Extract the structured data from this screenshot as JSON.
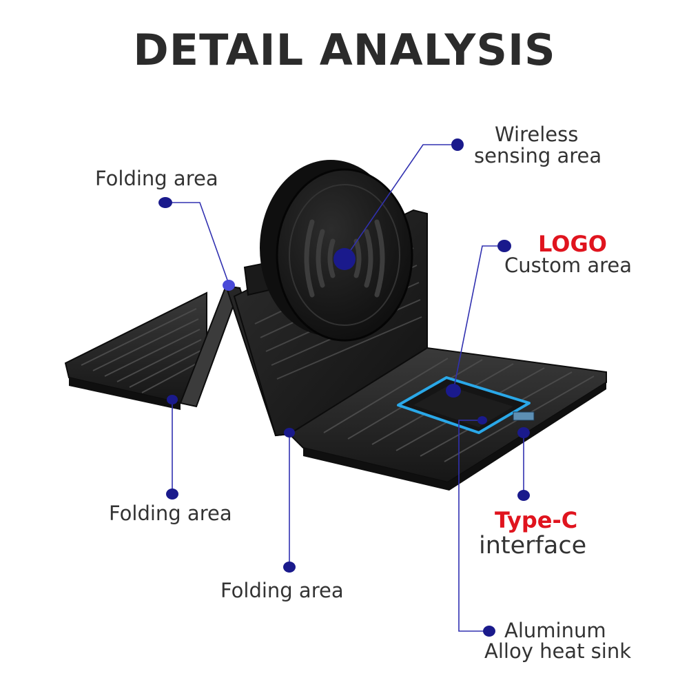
{
  "title": "DETAIL ANALYSIS",
  "labels": {
    "wireless_line1": "Wireless",
    "wireless_line2": "sensing area",
    "folding_top": "Folding area",
    "logo": "LOGO",
    "custom_area": "Custom area",
    "folding_left": "Folding area",
    "type_c": "Type-C",
    "interface": "interface",
    "folding_bottom": "Folding area",
    "aluminum_line1": "Aluminum",
    "aluminum_line2": "Alloy heat sink"
  },
  "colors": {
    "title": "#2b2b2b",
    "text": "#333333",
    "accent_red": "#e0141e",
    "marker_blue": "#1a1a8c",
    "product_black": "#1b1b1b",
    "heat_sink_blue": "#2aa8e8"
  },
  "icons": [
    "wireless-charging-icon",
    "marker-dot"
  ]
}
